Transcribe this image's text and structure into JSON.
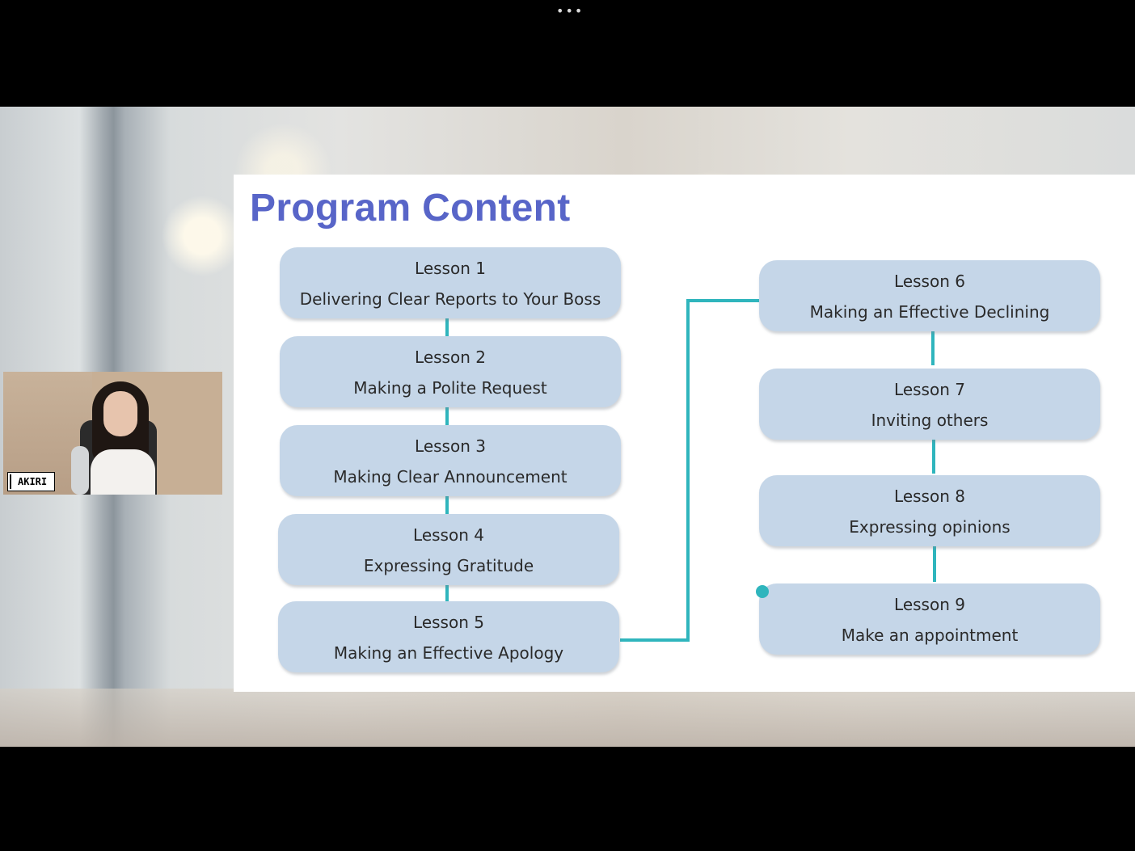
{
  "toolbar": {
    "more_icon_glyph": "•••"
  },
  "slide": {
    "title": "Program Content",
    "lessons_left": [
      {
        "num": "Lesson 1",
        "title": "Delivering Clear Reports to Your Boss"
      },
      {
        "num": "Lesson 2",
        "title": "Making a Polite Request"
      },
      {
        "num": "Lesson 3",
        "title": "Making Clear Announcement"
      },
      {
        "num": "Lesson 4",
        "title": "Expressing Gratitude"
      },
      {
        "num": "Lesson 5",
        "title": "Making an Effective Apology"
      }
    ],
    "lessons_right": [
      {
        "num": "Lesson 6",
        "title": "Making an Effective Declining"
      },
      {
        "num": "Lesson 7",
        "title": "Inviting others"
      },
      {
        "num": "Lesson 8",
        "title": "Expressing opinions"
      },
      {
        "num": "Lesson 9",
        "title": "Make an appointment"
      }
    ]
  },
  "participant": {
    "name": "AKIRI"
  },
  "colors": {
    "title": "#5865c8",
    "box": "#c5d6e8",
    "connector": "#2fb5bd",
    "background": "#000000"
  },
  "icons": {
    "menu": "more-horizontal-icon",
    "pointer": "pointer-dot-icon"
  }
}
